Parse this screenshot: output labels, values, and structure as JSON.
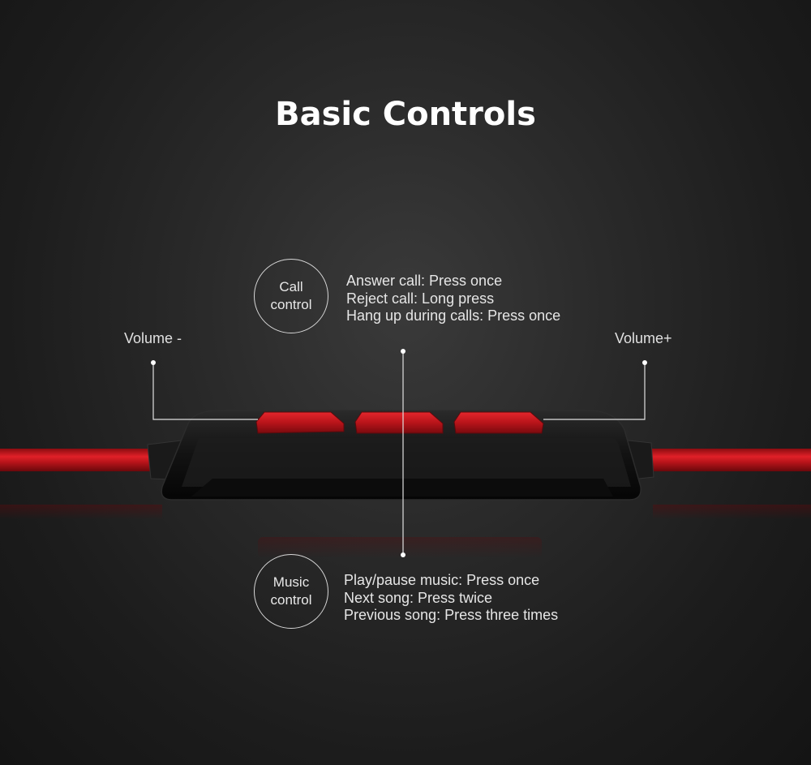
{
  "title": "Basic Controls",
  "volume_minus": {
    "label": "Volume -"
  },
  "volume_plus": {
    "label": "Volume+"
  },
  "call_control": {
    "circle_lines": [
      "Call",
      "control"
    ],
    "lines": [
      "Answer call: Press once",
      "Reject call: Long press",
      "Hang up during calls: Press once"
    ]
  },
  "music_control": {
    "circle_lines": [
      "Music",
      "control"
    ],
    "lines": [
      "Play/pause music: Press once",
      "Next song: Press twice",
      "Previous song: Press three times"
    ]
  },
  "colors": {
    "button_red": "#c8161d",
    "cable_red": "#c4121a",
    "body_black": "#151515",
    "text": "#e6e6e6"
  },
  "icons": [
    "remote-control-body",
    "cable-left",
    "cable-right"
  ]
}
